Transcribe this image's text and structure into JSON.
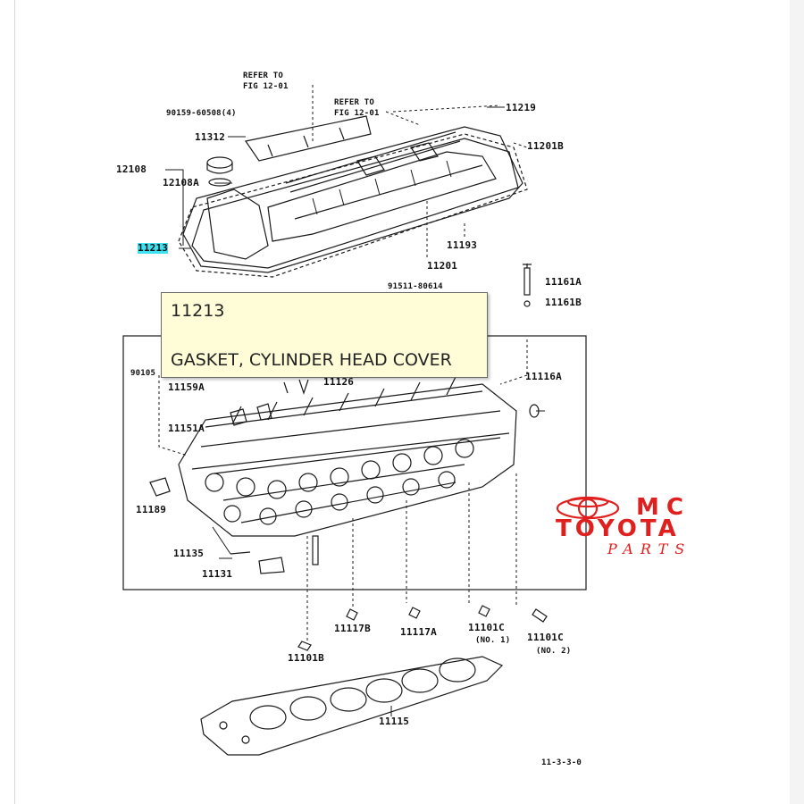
{
  "labels": {
    "l_11219": "11219",
    "l_11201b": "11201B",
    "l_refer1a": "REFER TO",
    "l_refer1b": "FIG 12-01",
    "l_refer2a": "REFER TO",
    "l_refer2b": "FIG 12-01",
    "l_90159": "90159-60508(4)",
    "l_11312": "11312",
    "l_12108": "12108",
    "l_12108a": "12108A",
    "l_11213": "11213",
    "l_11193": "11193",
    "l_11201": "11201",
    "l_91511": "91511-80614",
    "l_11161a": "11161A",
    "l_11161b": "11161B",
    "l_90105": "90105",
    "l_11159a": "11159A",
    "l_11126": "11126",
    "l_11116a": "11116A",
    "l_11151a": "11151A",
    "l_11189": "11189",
    "l_11135": "11135",
    "l_11131": "11131",
    "l_11117b": "11117B",
    "l_11117a": "11117A",
    "l_11101c1": "11101C",
    "l_no1": "(NO. 1)",
    "l_11101c2": "11101C",
    "l_no2": "(NO. 2)",
    "l_11101b": "11101B",
    "l_11115": "11115",
    "l_code": "11-3-3-0"
  },
  "tooltip": {
    "part_number": "11213",
    "part_name": "GASKET, CYLINDER HEAD COVER"
  },
  "watermark": {
    "line1": "MC",
    "line2": "TOYOTA",
    "line3": "PARTS",
    "color": "#e0201f"
  },
  "highlight_color": "#3fe0ef"
}
